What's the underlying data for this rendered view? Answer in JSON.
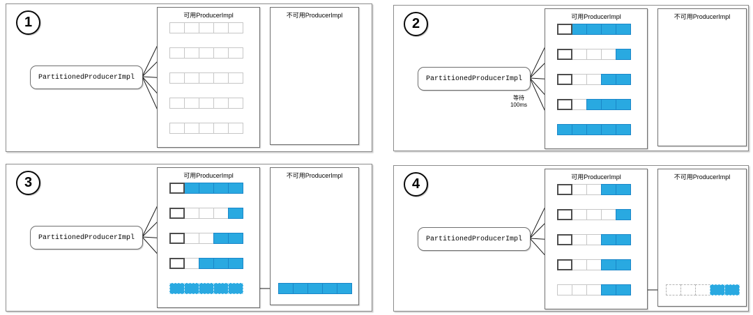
{
  "labels": {
    "producer": "PartitionedProducerImpl",
    "available_header": "可用ProducerImpl",
    "unavailable_header": "不可用ProducerImpl",
    "wait_line1": "等待",
    "wait_line2": "100ms"
  },
  "colors": {
    "cell_filled": "#29a9e1",
    "cell_filled_border": "#1a86c8",
    "cell_empty_border": "#c6c6c6",
    "cell_head_border": "#4d4d4d",
    "dashed_filled_border": "#cdeaf8",
    "dashed_empty_border": "#b4b4b4",
    "arrow": "#1a1a1a",
    "container_border": "#6e6e6e",
    "panel_border": "#8c8c8c"
  },
  "panels": [
    {
      "number": "1",
      "available_rows": [
        {
          "cells": [
            0,
            0,
            0,
            0,
            0
          ],
          "head": false,
          "dashed": false
        },
        {
          "cells": [
            0,
            0,
            0,
            0,
            0
          ],
          "head": false,
          "dashed": false
        },
        {
          "cells": [
            0,
            0,
            0,
            0,
            0
          ],
          "head": false,
          "dashed": false
        },
        {
          "cells": [
            0,
            0,
            0,
            0,
            0
          ],
          "head": false,
          "dashed": false
        },
        {
          "cells": [
            0,
            0,
            0,
            0,
            0
          ],
          "head": false,
          "dashed": false
        }
      ],
      "arrow_rows": [
        0,
        1,
        2,
        3,
        4
      ],
      "wait_label": false,
      "transfer": null
    },
    {
      "number": "2",
      "available_rows": [
        {
          "cells": [
            0,
            1,
            1,
            1,
            1
          ],
          "head": true,
          "dashed": false
        },
        {
          "cells": [
            0,
            0,
            0,
            0,
            1
          ],
          "head": true,
          "dashed": false
        },
        {
          "cells": [
            0,
            0,
            0,
            1,
            1
          ],
          "head": true,
          "dashed": false
        },
        {
          "cells": [
            0,
            0,
            1,
            1,
            1
          ],
          "head": true,
          "dashed": false
        },
        {
          "cells": [
            1,
            1,
            1,
            1,
            1
          ],
          "head": false,
          "dashed": false
        }
      ],
      "arrow_rows": [
        0,
        1,
        2,
        3,
        4
      ],
      "wait_label": true,
      "transfer": null
    },
    {
      "number": "3",
      "available_rows": [
        {
          "cells": [
            0,
            1,
            1,
            1,
            1
          ],
          "head": true,
          "dashed": false
        },
        {
          "cells": [
            0,
            0,
            0,
            0,
            1
          ],
          "head": true,
          "dashed": false
        },
        {
          "cells": [
            0,
            0,
            0,
            1,
            1
          ],
          "head": true,
          "dashed": false
        },
        {
          "cells": [
            0,
            0,
            1,
            1,
            1
          ],
          "head": true,
          "dashed": false
        },
        {
          "cells": [
            1,
            1,
            1,
            1,
            1
          ],
          "head": false,
          "dashed": true
        }
      ],
      "arrow_rows": [
        0,
        1,
        2,
        3
      ],
      "wait_label": false,
      "transfer": {
        "direction": "to_unavailable",
        "row": {
          "cells": [
            1,
            1,
            1,
            1,
            1
          ],
          "head": false,
          "dashed": false
        }
      }
    },
    {
      "number": "4",
      "available_rows": [
        {
          "cells": [
            0,
            0,
            0,
            1,
            1
          ],
          "head": true,
          "dashed": false
        },
        {
          "cells": [
            0,
            0,
            0,
            0,
            1
          ],
          "head": true,
          "dashed": false
        },
        {
          "cells": [
            0,
            0,
            0,
            1,
            1
          ],
          "head": true,
          "dashed": false
        },
        {
          "cells": [
            0,
            0,
            0,
            1,
            1
          ],
          "head": true,
          "dashed": false
        },
        {
          "cells": [
            0,
            0,
            0,
            1,
            1
          ],
          "head": false,
          "dashed": false
        }
      ],
      "arrow_rows": [
        0,
        1,
        2,
        3
      ],
      "wait_label": false,
      "transfer": {
        "direction": "to_available",
        "row": {
          "cells": [
            0,
            0,
            0,
            1,
            1
          ],
          "head": false,
          "dashed": true
        }
      }
    }
  ]
}
